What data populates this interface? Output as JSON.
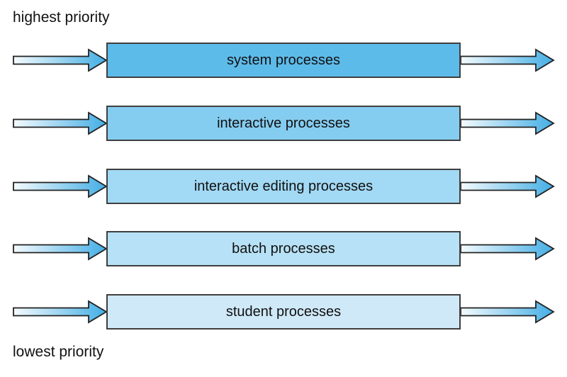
{
  "diagram": {
    "top_label": "highest priority",
    "bottom_label": "lowest priority",
    "queues": [
      {
        "label": "system processes",
        "fill": "#5dbbea"
      },
      {
        "label": "interactive processes",
        "fill": "#85cdf0"
      },
      {
        "label": "interactive editing processes",
        "fill": "#a2d9f4"
      },
      {
        "label": "batch processes",
        "fill": "#b7e1f6"
      },
      {
        "label": "student processes",
        "fill": "#cfe9f8"
      }
    ],
    "colors": {
      "arrow_gradient_start": "#f5fbfe",
      "arrow_gradient_end": "#44aee5",
      "arrow_outline": "#222222",
      "box_border": "#3f3f3f",
      "text": "#111111"
    }
  }
}
